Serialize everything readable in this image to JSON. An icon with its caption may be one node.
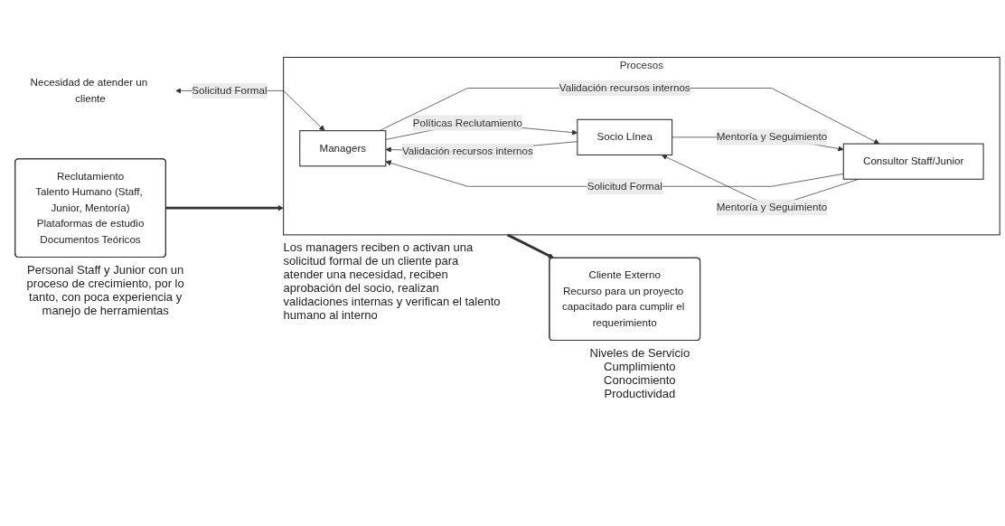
{
  "diagram": {
    "nodes": [
      {
        "text": [
          "Necesidad de atender un cliente"
        ]
      },
      {
        "text": [
          "Reclutamiento",
          "Talento Humano (Staff, Junior, Mentoría)",
          "Plataformas de estudio",
          "Documentos Teóricos"
        ],
        "beside": [
          "Personal Staff y Junior con un proceso de crecimiento, por lo tanto, con poca experiencia y manejo de herramientas"
        ]
      },
      {
        "text": [
          "Procesos"
        ],
        "beside": [
          "Los managers reciben o activan una solicitud formal de un cliente para atender una necesidad, reciben aprobación del socio, realizan validaciones internas y verifican el talento humano al interno"
        ]
      },
      {
        "text": [
          "Managers"
        ],
        "in": 2
      },
      {
        "text": [
          "Socio Línea"
        ],
        "in": 2
      },
      {
        "text": [
          "Consultor Staff/Junior"
        ],
        "in": 2
      },
      {
        "text": [
          "Cliente Externo",
          "Recurso para un proyecto capacitado para cumplir el requerimiento"
        ],
        "beside": [
          "Niveles de Servicio",
          "Cumplimiento",
          "Conocimiento",
          "Productividad"
        ]
      }
    ],
    "edges": [
      {
        "from": 0,
        "to": 3,
        "arrow": "both",
        "label": "Solicitud Formal"
      },
      {
        "from": 1,
        "to": 2,
        "arrow": "to",
        "style": "thick"
      },
      {
        "from": 3,
        "to": 4,
        "arrow": "to",
        "label": "Políticas Reclutamiento"
      },
      {
        "from": 4,
        "to": 3,
        "arrow": "to",
        "label": "Validación recursos internos"
      },
      {
        "from": 5,
        "to": 3,
        "arrow": "to",
        "label": "Solicitud Formal"
      },
      {
        "from": 3,
        "to": 5,
        "arrow": "to",
        "label": "Validación recursos internos"
      },
      {
        "from": 4,
        "to": 5,
        "arrow": "to",
        "label": "Mentoría y Seguimiento"
      },
      {
        "from": 5,
        "to": 4,
        "arrow": "to",
        "label": "Mentoría y Seguimiento"
      },
      {
        "from": 2,
        "to": 6,
        "arrow": "to",
        "style": "thick"
      }
    ]
  }
}
